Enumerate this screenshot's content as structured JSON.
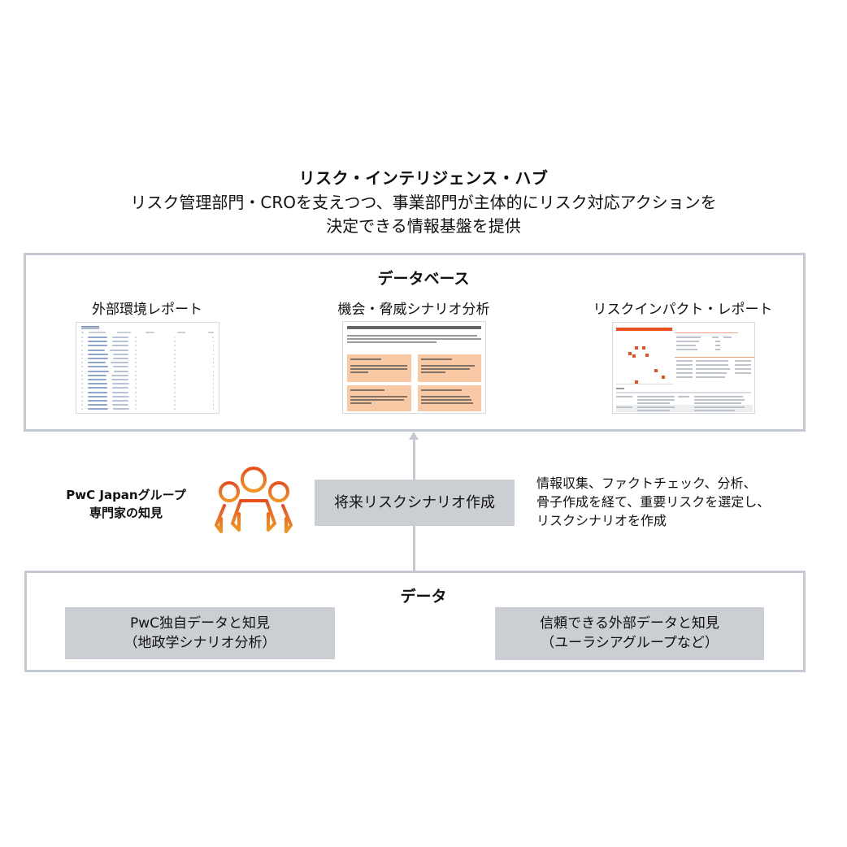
{
  "header": {
    "title": "リスク・インテリジェンス・ハブ",
    "subtitle_line1": "リスク管理部門・CROを支えつつ、事業部門が主体的にリスク対応アクションを",
    "subtitle_line2": "決定できる情報基盤を提供"
  },
  "database": {
    "title": "データベース",
    "columns": [
      {
        "label": "外部環境レポート",
        "thumbnail": "external-environment-report-table-preview"
      },
      {
        "label": "機会・脅威シナリオ分析",
        "thumbnail": "opportunity-threat-scenario-preview"
      },
      {
        "label": "リスクインパクト・レポート",
        "thumbnail": "risk-impact-report-preview"
      }
    ]
  },
  "process": {
    "box_label": "将来リスクシナリオ作成",
    "description_lines": [
      "情報収集、ファクトチェック、分析、",
      "骨子作成を経て、重要リスクを選定し、",
      "リスクシナリオを作成"
    ]
  },
  "expert": {
    "line1": "PwC Japanグループ",
    "line2": "専門家の知見",
    "icon": "people-group-icon"
  },
  "data_section": {
    "title": "データ",
    "sources": [
      {
        "line1": "PwC独自データと知見",
        "line2": "（地政学シナリオ分析）"
      },
      {
        "line1": "信頼できる外部データと知見",
        "line2": "（ユーラシアグループなど）"
      }
    ]
  },
  "colors": {
    "frame_border": "#c5c9d1",
    "gray_box": "#cbced3",
    "accent_orange": "#e8501e",
    "accent_orange_light": "#f39323",
    "peach_card": "#f9c8a4"
  }
}
